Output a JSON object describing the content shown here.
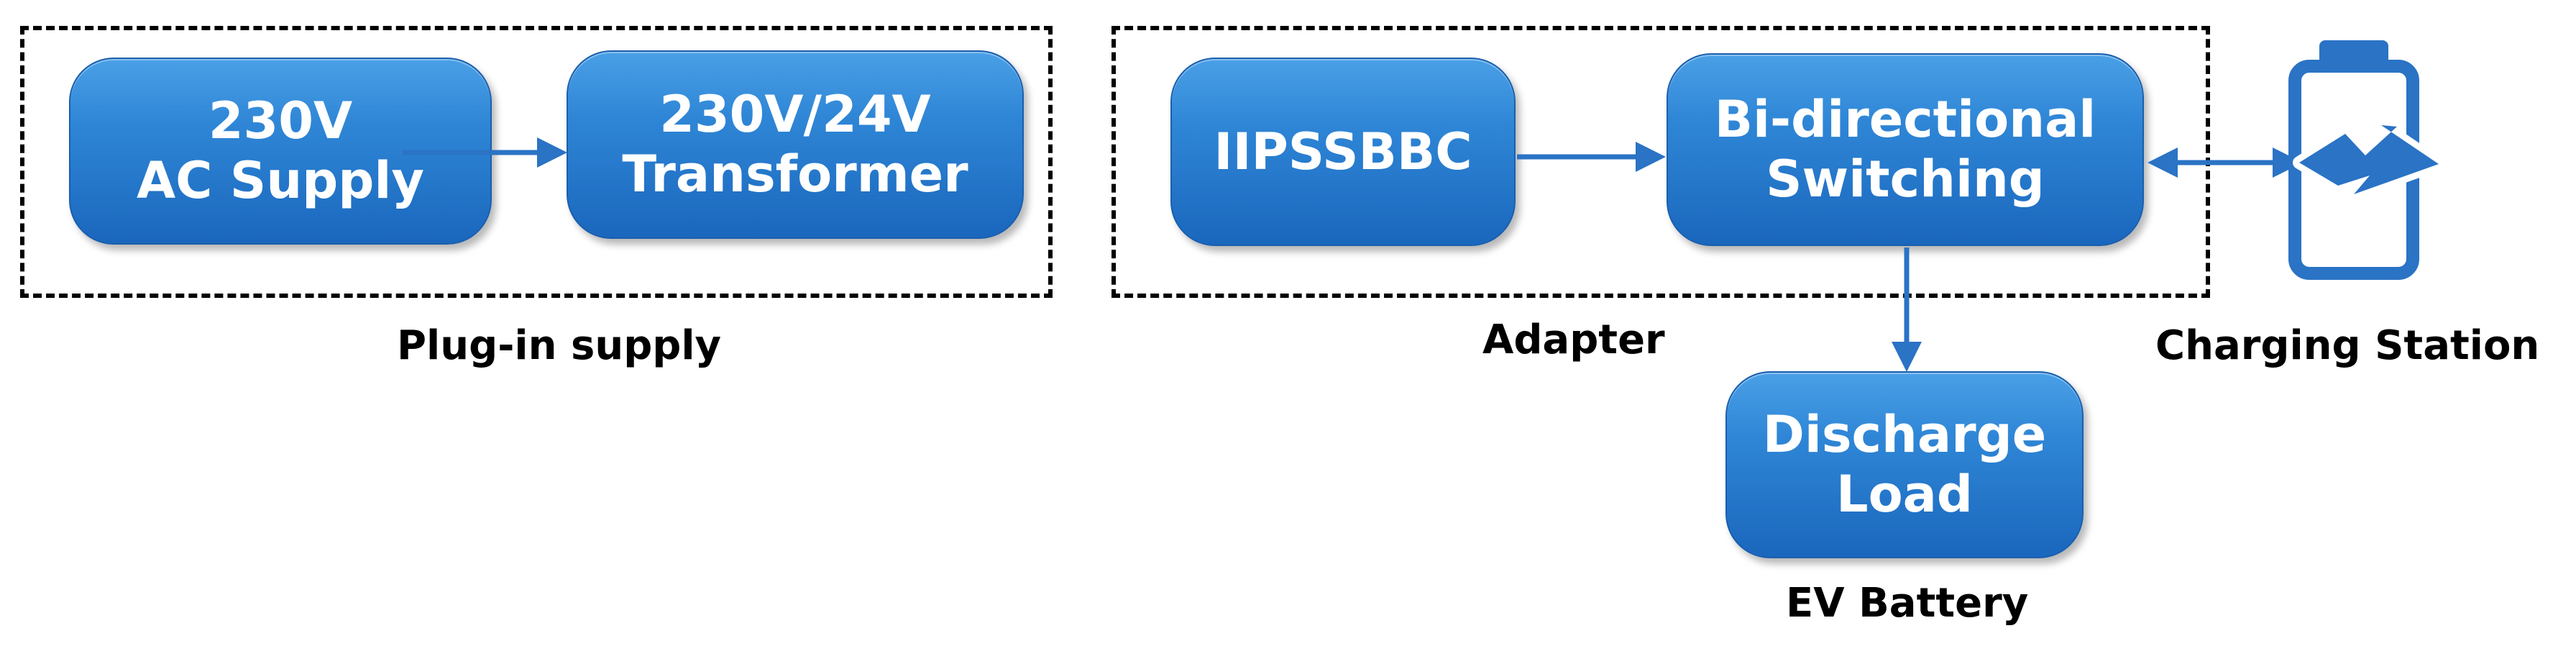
{
  "nodes": {
    "ac_supply": "230V\nAC Supply",
    "transformer": "230V/24V\nTransformer",
    "iipssbbc": "IIPSSBBC",
    "switching": "Bi-directional\nSwitching",
    "discharge_load": "Discharge\nLoad"
  },
  "group_labels": {
    "plug_in_supply": "Plug-in supply",
    "adapter": "Adapter",
    "ev_battery": "EV Battery",
    "charging_station": "Charging Station"
  },
  "icons": {
    "charging_station": "battery-charging-icon"
  },
  "colors": {
    "node_fill": "#2f86d6",
    "connector": "#2a73c5",
    "frame": "#000000",
    "icon": "#2a73c5"
  }
}
